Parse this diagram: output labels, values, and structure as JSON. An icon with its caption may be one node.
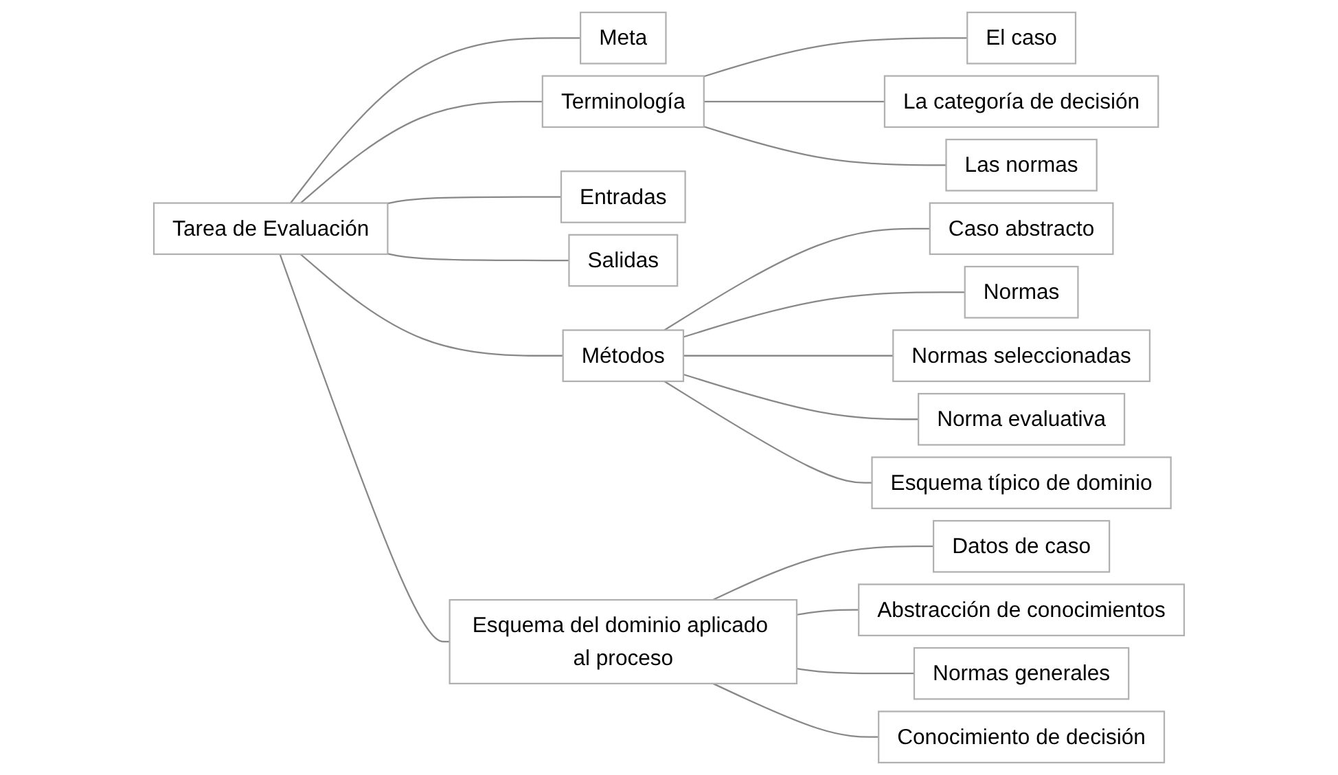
{
  "diagram": {
    "nodes": [
      {
        "text": [
          "Tarea de Evaluación"
        ]
      },
      {
        "text": [
          "Meta"
        ]
      },
      {
        "text": [
          "Terminología"
        ]
      },
      {
        "text": [
          "El caso"
        ]
      },
      {
        "text": [
          "La categoría de decisión"
        ]
      },
      {
        "text": [
          "Las normas"
        ]
      },
      {
        "text": [
          "Entradas"
        ]
      },
      {
        "text": [
          "Salidas"
        ]
      },
      {
        "text": [
          "Métodos"
        ]
      },
      {
        "text": [
          "Caso abstracto"
        ]
      },
      {
        "text": [
          "Normas"
        ]
      },
      {
        "text": [
          "Normas seleccionadas"
        ]
      },
      {
        "text": [
          "Norma evaluativa"
        ]
      },
      {
        "text": [
          "Esquema típico de dominio"
        ]
      },
      {
        "text": [
          "Esquema del dominio aplicado al proceso"
        ]
      },
      {
        "text": [
          "Datos de caso"
        ]
      },
      {
        "text": [
          "Abstracción de conocimientos"
        ]
      },
      {
        "text": [
          "Normas generales"
        ]
      },
      {
        "text": [
          "Conocimiento de decisión"
        ]
      }
    ],
    "edges": [
      {
        "from": 0,
        "to": 1,
        "arrow": "none"
      },
      {
        "from": 0,
        "to": 2,
        "arrow": "none"
      },
      {
        "from": 2,
        "to": 3,
        "arrow": "none"
      },
      {
        "from": 2,
        "to": 4,
        "arrow": "none"
      },
      {
        "from": 2,
        "to": 5,
        "arrow": "none"
      },
      {
        "from": 0,
        "to": 6,
        "arrow": "none"
      },
      {
        "from": 0,
        "to": 7,
        "arrow": "none"
      },
      {
        "from": 0,
        "to": 8,
        "arrow": "none"
      },
      {
        "from": 8,
        "to": 9,
        "arrow": "none"
      },
      {
        "from": 8,
        "to": 10,
        "arrow": "none"
      },
      {
        "from": 8,
        "to": 11,
        "arrow": "none"
      },
      {
        "from": 8,
        "to": 12,
        "arrow": "none"
      },
      {
        "from": 8,
        "to": 13,
        "arrow": "none"
      },
      {
        "from": 0,
        "to": 14,
        "arrow": "none"
      },
      {
        "from": 14,
        "to": 15,
        "arrow": "none"
      },
      {
        "from": 14,
        "to": 16,
        "arrow": "none"
      },
      {
        "from": 14,
        "to": 17,
        "arrow": "none"
      },
      {
        "from": 14,
        "to": 18,
        "arrow": "none"
      }
    ]
  }
}
